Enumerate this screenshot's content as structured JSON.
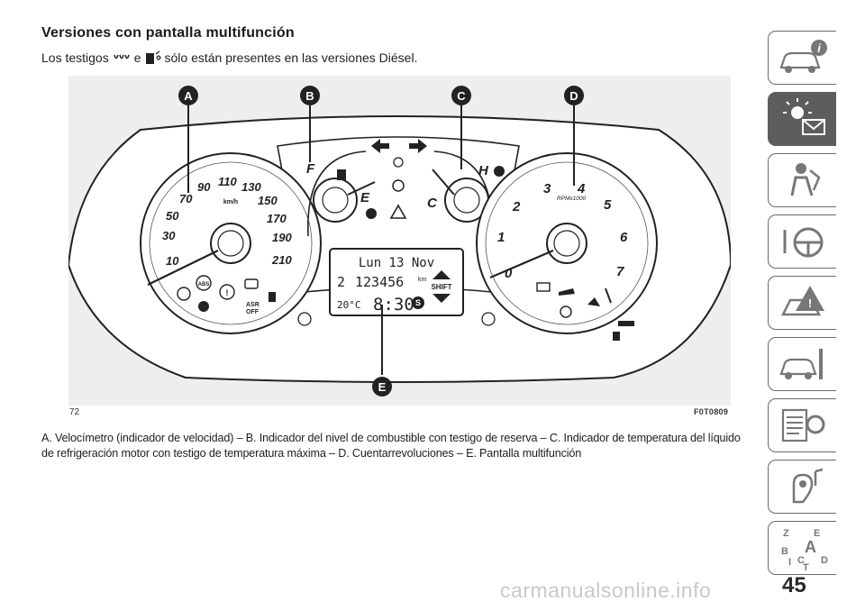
{
  "heading": "Versiones con pantalla multifunción",
  "intro": {
    "part1": "Los testigos",
    "connector": "e",
    "part2": "sólo están presentes en las versiones Diésel.",
    "icons": [
      "glow-plug-icon",
      "water-in-fuel-icon"
    ]
  },
  "figure": {
    "callouts": [
      "A",
      "B",
      "C",
      "D",
      "E"
    ],
    "speedometer": {
      "ticks": [
        "10",
        "30",
        "50",
        "70",
        "90",
        "110",
        "130",
        "150",
        "170",
        "190",
        "210"
      ],
      "unit": "km/h"
    },
    "fuel_gauge": {
      "full": "F",
      "empty": "E"
    },
    "temp_gauge": {
      "cold": "C",
      "hot": "H"
    },
    "tachometer": {
      "ticks": [
        "0",
        "1",
        "2",
        "3",
        "4",
        "5",
        "6",
        "7"
      ],
      "unit": "RPMx1000"
    },
    "display": {
      "date": "Lun 13 Nov",
      "gear": "2",
      "odometer": "123456",
      "odometer_unit": "km",
      "temperature": "20°C",
      "time": "8:30",
      "shift_label": "SHIFT",
      "start_stop": "S"
    },
    "asr_line1": "ASR",
    "asr_line2": "OFF",
    "abs_label": "ABS",
    "code": "F0T0809",
    "page": "72"
  },
  "caption": "A. Velocímetro (indicador de velocidad) – B. Indicador del nivel de combustible con testigo de reserva – C. Indicador de temperatura del líquido de refrigeración motor con testigo de temperatura máxima – D. Cuentarrevoluciones – E. Pantalla multifunción",
  "sidebar_tabs": [
    "car-info-icon",
    "warning-lights-icon",
    "safety-icon",
    "steering-icon",
    "emergency-icon",
    "maintenance-icon",
    "technical-data-icon",
    "multimedia-icon",
    "index-icon"
  ],
  "sidebar_index_letters": [
    "Z",
    "E",
    "B",
    "A",
    "C",
    "D",
    "I",
    "T"
  ],
  "page_number": "45",
  "watermark": "carmanualsonline.info",
  "colors": {
    "active_tab": "#5d5d5d",
    "tab_border": "#6a6a6a",
    "figure_bg": "#eeeeee"
  }
}
